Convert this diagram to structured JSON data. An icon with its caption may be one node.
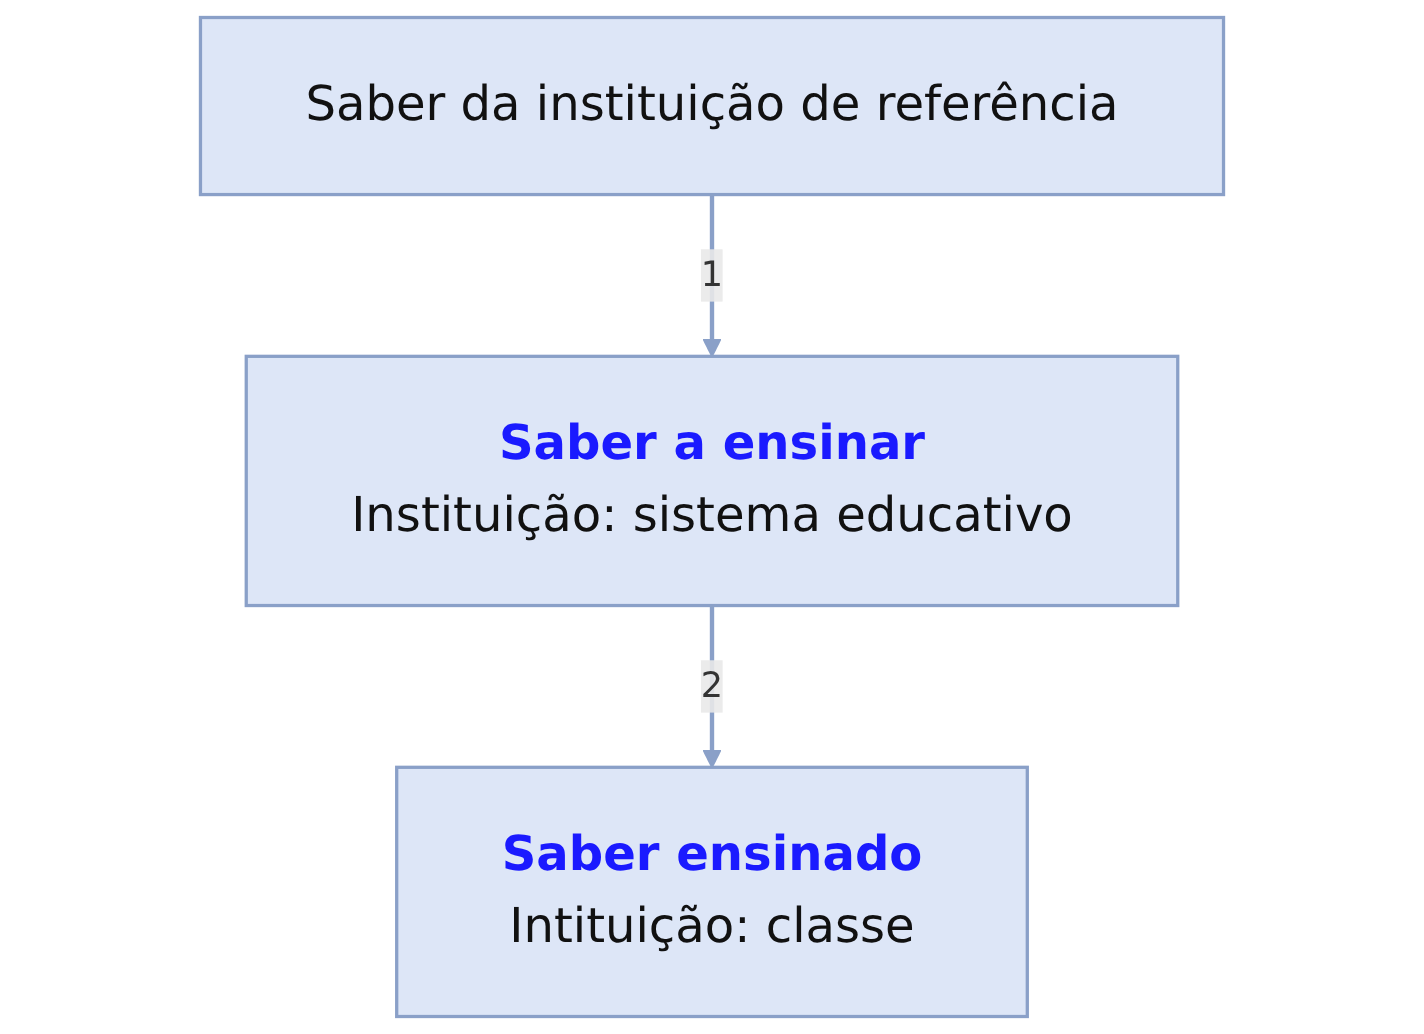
{
  "diagram": {
    "nodes": [
      {
        "text": [
          "Saber da instituição de referência"
        ]
      },
      {
        "text": [
          "Saber a ensinar",
          "Instituição: sistema educativo"
        ]
      },
      {
        "text": [
          "Saber ensinado",
          "Intituição: classe"
        ]
      }
    ],
    "edges": [
      {
        "from": 0,
        "to": 1,
        "label": "1",
        "arrow": "to"
      },
      {
        "from": 1,
        "to": 2,
        "label": "2",
        "arrow": "to"
      }
    ]
  }
}
